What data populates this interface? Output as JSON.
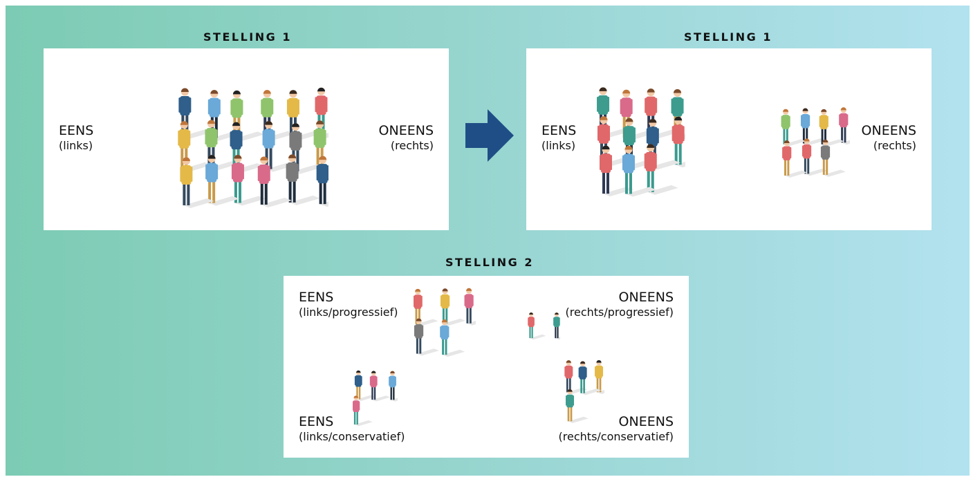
{
  "top_left": {
    "heading": "STELLING 1",
    "agree": {
      "title": "EENS",
      "sub": "(links)"
    },
    "disagree": {
      "title": "ONEENS",
      "sub": "(rechts)"
    }
  },
  "top_right": {
    "heading": "STELLING 1",
    "agree": {
      "title": "EENS",
      "sub": "(links)"
    },
    "disagree": {
      "title": "ONEENS",
      "sub": "(rechts)"
    }
  },
  "bottom": {
    "heading": "STELLING 2",
    "q1": {
      "title": "EENS",
      "sub": "(links/progressief)"
    },
    "q2": {
      "title": "ONEENS",
      "sub": "(rechts/progressief)"
    },
    "q3": {
      "title": "EENS",
      "sub": "(links/conservatief)"
    },
    "q4": {
      "title": "ONEENS",
      "sub": "(rechts/conservatief)"
    }
  },
  "colors": {
    "arrow": "#1f4e86",
    "gradient_left": "#7ccbb3",
    "gradient_right": "#b2e2ef"
  },
  "icons": [
    "people-crowd-icon",
    "arrow-right-icon"
  ]
}
